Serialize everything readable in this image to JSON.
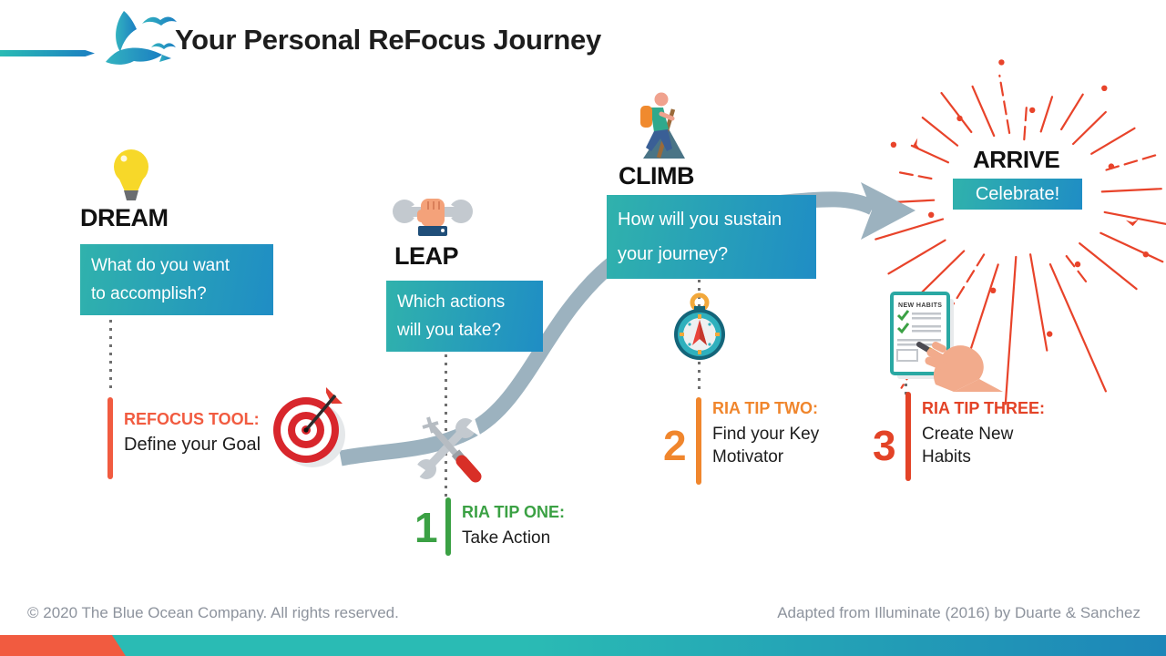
{
  "slide": {
    "title": "Your Personal ReFocus Journey"
  },
  "stages": {
    "dream": {
      "label": "DREAM",
      "question": "What do you want\nto accomplish?"
    },
    "leap": {
      "label": "LEAP",
      "question": "Which actions\nwill you take?"
    },
    "climb": {
      "label": "CLIMB",
      "question": "How will you sustain\nyour journey?"
    },
    "arrive": {
      "label": "ARRIVE",
      "message": "Celebrate!"
    }
  },
  "tips": {
    "refocus": {
      "title": "REFOCUS TOOL:",
      "text": "Define your Goal"
    },
    "one": {
      "number": "1",
      "title": "RIA TIP ONE:",
      "text": "Take Action"
    },
    "two": {
      "number": "2",
      "title": "RIA TIP TWO:",
      "text": "Find your Key\nMotivator"
    },
    "three": {
      "number": "3",
      "title": "RIA TIP THREE:",
      "text": "Create New\nHabits"
    }
  },
  "icons": {
    "logo": "blue-ocean-birds-logo",
    "dream": "lightbulb-icon",
    "leap": "fist-wrench-icon",
    "climb": "hiker-icon",
    "arrive": "fireworks-icon",
    "refocus": "dartboard-icon",
    "one": "crossed-tools-icon",
    "two": "compass-icon",
    "three": "checklist-hand-icon",
    "checklist_title": "NEW HABITS"
  },
  "footer": {
    "copyright": "© 2020 The Blue Ocean Company. All rights reserved.",
    "attribution": "Adapted from Illuminate (2016) by Duarte & Sanchez"
  },
  "colors": {
    "box_gradient_start": "#30b2ac",
    "box_gradient_end": "#1f8dc5",
    "journey_path": "#9cb2bf",
    "orange_red": "#f15b40",
    "green": "#3ba144",
    "orange": "#f0862d",
    "red": "#e34327",
    "firework_red": "#e8432a",
    "strip_teal": "#2abbb4",
    "strip_blue": "#1d86b8"
  }
}
